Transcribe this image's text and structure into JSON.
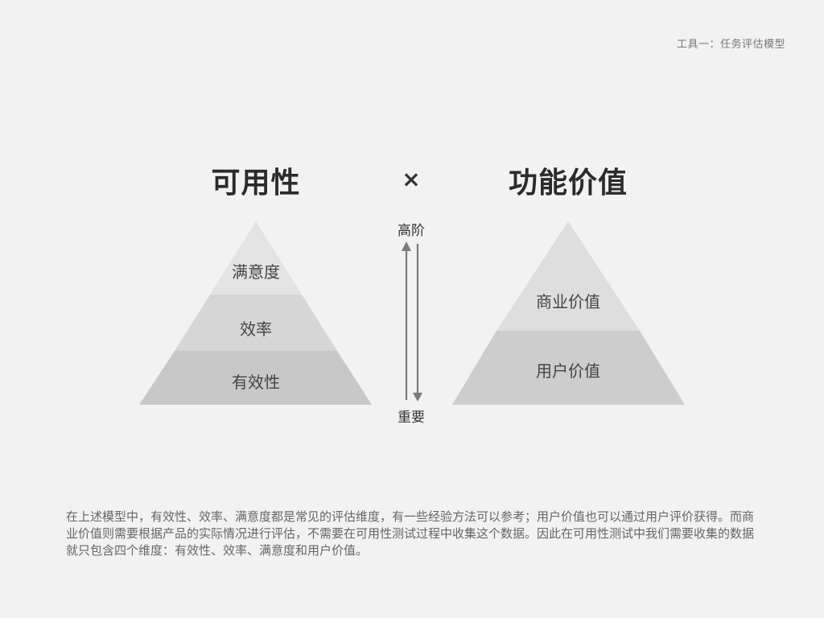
{
  "header": {
    "label": "工具一：任务评估模型"
  },
  "left_pyramid": {
    "title": "可用性",
    "layers": [
      "满意度",
      "效率",
      "有效性"
    ],
    "colors": [
      "#e3e3e3",
      "#d6d6d6",
      "#c8c8c8"
    ]
  },
  "operator": {
    "symbol": "×"
  },
  "right_pyramid": {
    "title": "功能价值",
    "layers": [
      "商业价值",
      "用户价值"
    ],
    "colors": [
      "#dedede",
      "#cdcdcd"
    ]
  },
  "axis": {
    "top_label": "高阶",
    "bottom_label": "重要",
    "color": "#7a7a7a"
  },
  "description": {
    "text": "在上述模型中，有效性、效率、满意度都是常见的评估维度，有一些经验方法可以参考；用户价值也可以通过用户评价获得。而商业价值则需要根据产品的实际情况进行评估，不需要在可用性测试过程中收集这个数据。因此在可用性测试中我们需要收集的数据就只包含四个维度：有效性、效率、满意度和用户价值。"
  }
}
